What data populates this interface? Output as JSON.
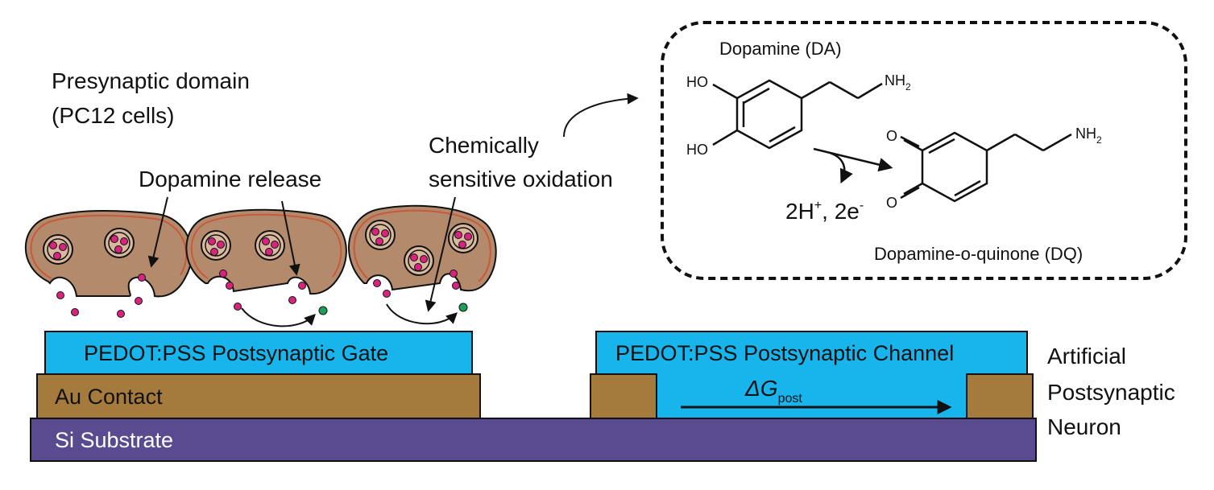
{
  "labels": {
    "presynaptic_line1": "Presynaptic domain",
    "presynaptic_line2": "(PC12 cells)",
    "dopamine_release": "Dopamine release",
    "oxidation_line1": "Chemically",
    "oxidation_line2": "sensitive oxidation",
    "dopamine_title": "Dopamine (DA)",
    "dq_title": "Dopamine-o-quinone (DQ)",
    "protons": "2H",
    "protons_sup": "+",
    "electrons": ", 2e",
    "electrons_sup": "-",
    "ho_top": "HO",
    "ho_bottom": "HO",
    "nh_da": "NH",
    "nh_da_sub": "2",
    "nh_dq": "NH",
    "nh_dq_sub": "2",
    "o_top": "O",
    "o_bottom": "O",
    "gate": "PEDOT:PSS Postsynaptic Gate",
    "au_contact": "Au Contact",
    "substrate": "Si Substrate",
    "channel": "PEDOT:PSS Postsynaptic Channel",
    "delta_g": "ΔG",
    "delta_g_sub": "post",
    "neuron_line1": "Artificial",
    "neuron_line2": "Postsynaptic",
    "neuron_line3": "Neuron"
  },
  "colors": {
    "pedot": "#18b4ec",
    "au": "#a47a3d",
    "si": "#5a4b91",
    "cell_fill": "#b48a6c",
    "cell_border": "#c85a3c",
    "vesicle_dot": "#d6247f",
    "quinone_dot": "#1aa058"
  }
}
